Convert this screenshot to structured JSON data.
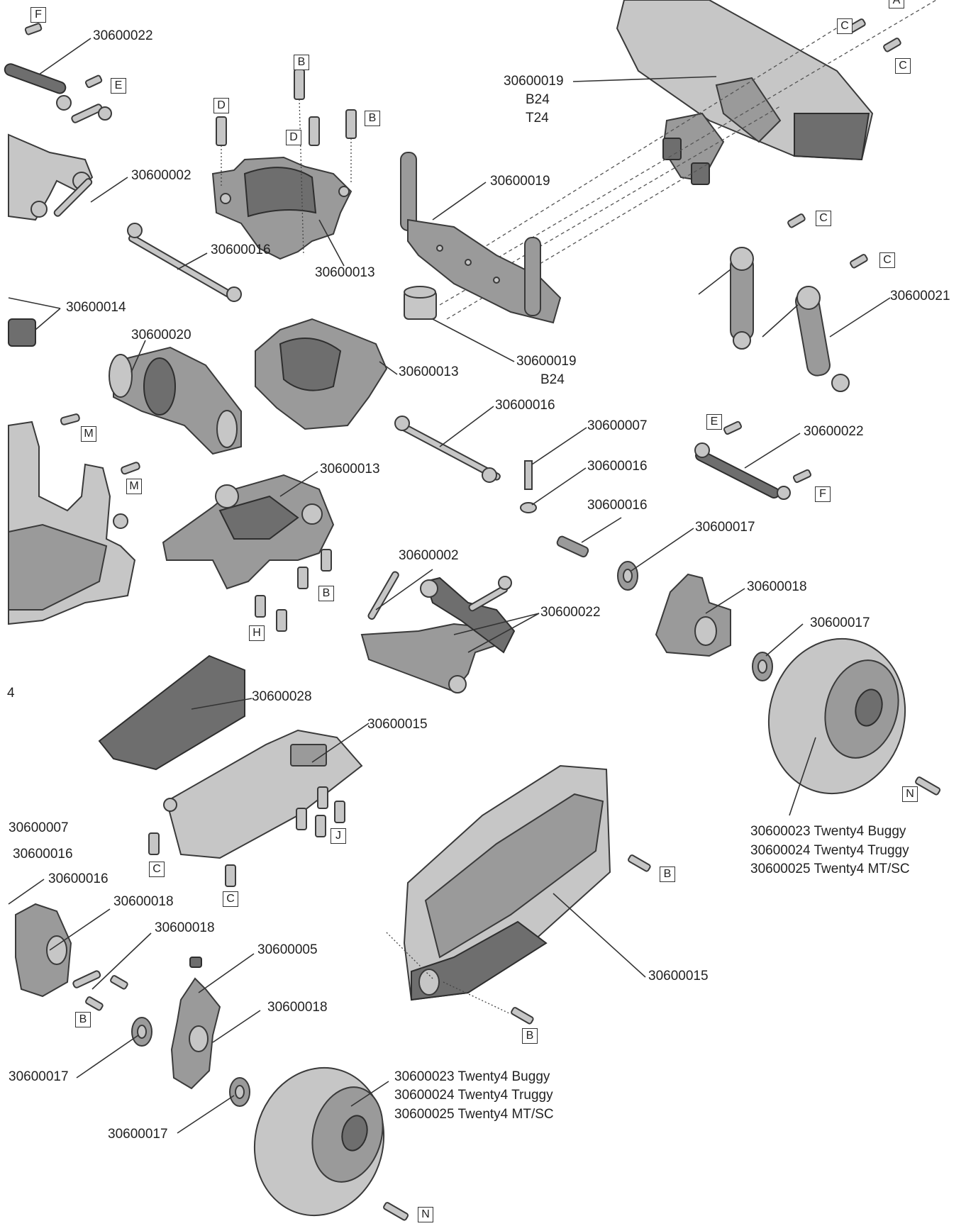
{
  "labels": {
    "p30600022_top": "30600022",
    "p30600019_wing": "30600019",
    "p30600019_wing_b": "B24",
    "p30600019_wing_t": "T24",
    "p30600019_mount": "30600019",
    "p30600002_top": "30600002",
    "p30600016_top": "30600016",
    "p30600013_top": "30600013",
    "p30600014": "30600014",
    "p30600020": "30600020",
    "p30600013_mid": "30600013",
    "p30600019_post": "30600019",
    "p30600019_post_b": "B24",
    "p30600021": "30600021",
    "p30600016_mid": "30600016",
    "p30600007_mid": "30600007",
    "p30600016_mid2": "30600016",
    "p30600016_mid3": "30600016",
    "p30600022_mid": "30600022",
    "p30600013_low": "30600013",
    "p30600017_mid": "30600017",
    "p30600018_mid": "30600018",
    "p30600017_mid2": "30600017",
    "p30600002_low": "30600002",
    "p30600022_low": "30600022",
    "p30600028": "30600028",
    "p30600015_top": "30600015",
    "edge_4": "4",
    "p30600007_left": "30600007",
    "p30600016_left": "30600016",
    "p30600016_left2": "30600016",
    "p30600018_left": "30600018",
    "p30600018_left2": "30600018",
    "p30600005": "30600005",
    "p30600018_low": "30600018",
    "p30600015_low": "30600015",
    "p30600017_left": "30600017",
    "p30600017_low": "30600017",
    "wheel_right_1": "30600023 Twenty4 Buggy",
    "wheel_right_2": "30600024 Twenty4 Truggy",
    "wheel_right_3": "30600025 Twenty4 MT/SC",
    "wheel_left_1": "30600023 Twenty4 Buggy",
    "wheel_left_2": "30600024 Twenty4 Truggy",
    "wheel_left_3": "30600025 Twenty4 MT/SC"
  },
  "hardware": {
    "f_top": "F",
    "e_top": "E",
    "b_top1": "B",
    "d_top1": "D",
    "d_top2": "D",
    "b_top2": "B",
    "c_wing1": "C",
    "c_wing2": "C",
    "a_wing": "A",
    "c_shock1": "C",
    "c_shock2": "C",
    "m_1": "M",
    "m_2": "M",
    "e_mid": "E",
    "f_mid": "F",
    "b_mid": "B",
    "h_mid": "H",
    "j_mid": "J",
    "c_low1": "C",
    "c_low2": "C",
    "b_left": "B",
    "n_right": "N",
    "b_batt1": "B",
    "b_batt2": "B",
    "n_low": "N"
  }
}
